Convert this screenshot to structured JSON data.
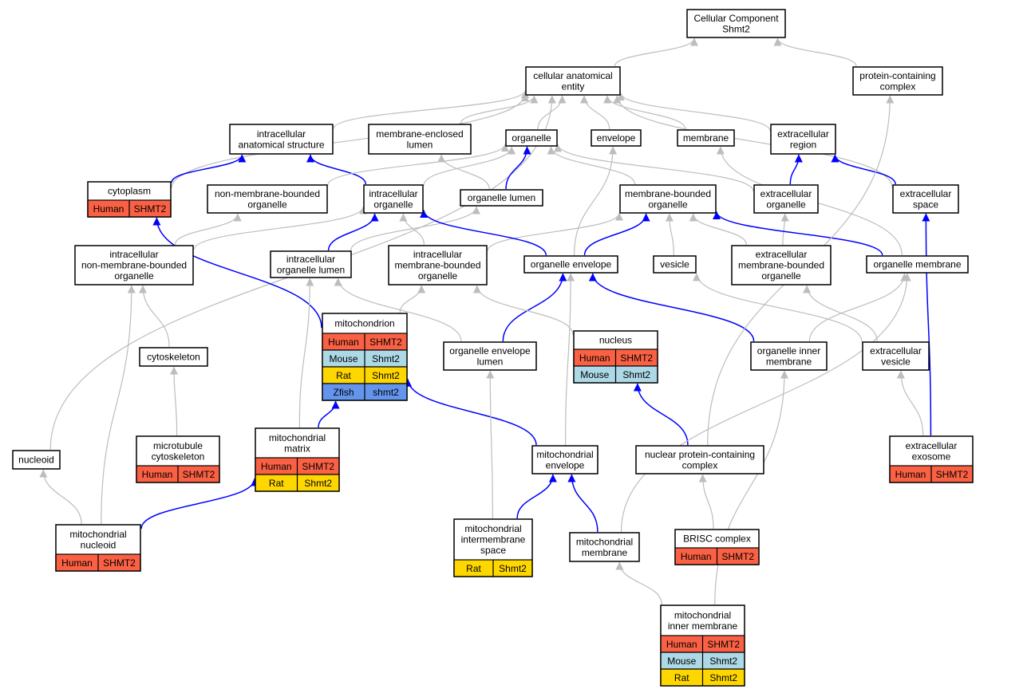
{
  "colors": {
    "Human": "#fa6144",
    "Mouse": "#add8e6",
    "Rat": "#ffd700",
    "Zfish": "#6495ed",
    "edge_isa": "#bdbdbd",
    "edge_partof": "#0000ff"
  },
  "nodes": {
    "root": {
      "lines": [
        "Cellular Component",
        "Shmt2"
      ]
    },
    "cae": {
      "lines": [
        "cellular anatomical",
        "entity"
      ]
    },
    "pcc": {
      "lines": [
        "protein-containing",
        "complex"
      ]
    },
    "ias": {
      "lines": [
        "intracellular",
        "anatomical structure"
      ]
    },
    "mel": {
      "lines": [
        "membrane-enclosed",
        "lumen"
      ]
    },
    "organelle": {
      "lines": [
        "organelle"
      ]
    },
    "envelope": {
      "lines": [
        "envelope"
      ]
    },
    "membrane": {
      "lines": [
        "membrane"
      ]
    },
    "exreg": {
      "lines": [
        "extracellular",
        "region"
      ]
    },
    "cytoplasm": {
      "lines": [
        "cytoplasm"
      ],
      "species": [
        [
          "Human",
          "SHMT2"
        ]
      ]
    },
    "nmbo": {
      "lines": [
        "non-membrane-bounded",
        "organelle"
      ]
    },
    "io": {
      "lines": [
        "intracellular",
        "organelle"
      ]
    },
    "olumen": {
      "lines": [
        "organelle lumen"
      ]
    },
    "mbo": {
      "lines": [
        "membrane-bounded",
        "organelle"
      ]
    },
    "exorg": {
      "lines": [
        "extracellular",
        "organelle"
      ]
    },
    "exspace": {
      "lines": [
        "extracellular",
        "space"
      ]
    },
    "inmbo": {
      "lines": [
        "intracellular",
        "non-membrane-bounded",
        "organelle"
      ]
    },
    "iol": {
      "lines": [
        "intracellular",
        "organelle lumen"
      ]
    },
    "imbo": {
      "lines": [
        "intracellular",
        "membrane-bounded",
        "organelle"
      ]
    },
    "oenv": {
      "lines": [
        "organelle envelope"
      ]
    },
    "vesicle": {
      "lines": [
        "vesicle"
      ]
    },
    "embo": {
      "lines": [
        "extracellular",
        "membrane-bounded",
        "organelle"
      ]
    },
    "omem": {
      "lines": [
        "organelle membrane"
      ]
    },
    "mito": {
      "lines": [
        "mitochondrion"
      ],
      "species": [
        [
          "Human",
          "SHMT2"
        ],
        [
          "Mouse",
          "Shmt2"
        ],
        [
          "Rat",
          "Shmt2"
        ],
        [
          "Zfish",
          "shmt2"
        ]
      ]
    },
    "cytosk": {
      "lines": [
        "cytoskeleton"
      ]
    },
    "oel": {
      "lines": [
        "organelle envelope",
        "lumen"
      ]
    },
    "nucleus": {
      "lines": [
        "nucleus"
      ],
      "species": [
        [
          "Human",
          "SHMT2"
        ],
        [
          "Mouse",
          "Shmt2"
        ]
      ]
    },
    "oim": {
      "lines": [
        "organelle inner",
        "membrane"
      ]
    },
    "exves": {
      "lines": [
        "extracellular",
        "vesicle"
      ]
    },
    "nucleoid": {
      "lines": [
        "nucleoid"
      ]
    },
    "mtcyto": {
      "lines": [
        "microtubule",
        "cytoskeleton"
      ],
      "species": [
        [
          "Human",
          "SHMT2"
        ]
      ]
    },
    "mmatrix": {
      "lines": [
        "mitochondrial",
        "matrix"
      ],
      "species": [
        [
          "Human",
          "SHMT2"
        ],
        [
          "Rat",
          "Shmt2"
        ]
      ]
    },
    "menv": {
      "lines": [
        "mitochondrial",
        "envelope"
      ]
    },
    "npcc": {
      "lines": [
        "nuclear protein-containing",
        "complex"
      ]
    },
    "exo": {
      "lines": [
        "extracellular",
        "exosome"
      ],
      "species": [
        [
          "Human",
          "SHMT2"
        ]
      ]
    },
    "mnuc": {
      "lines": [
        "mitochondrial",
        "nucleoid"
      ],
      "species": [
        [
          "Human",
          "SHMT2"
        ]
      ]
    },
    "mims": {
      "lines": [
        "mitochondrial",
        "intermembrane",
        "space"
      ],
      "species": [
        [
          "Rat",
          "Shmt2"
        ]
      ]
    },
    "mmem": {
      "lines": [
        "mitochondrial",
        "membrane"
      ]
    },
    "brisc": {
      "lines": [
        "BRISC complex"
      ],
      "species": [
        [
          "Human",
          "SHMT2"
        ]
      ]
    },
    "mim": {
      "lines": [
        "mitochondrial",
        "inner membrane"
      ],
      "species": [
        [
          "Human",
          "SHMT2"
        ],
        [
          "Mouse",
          "Shmt2"
        ],
        [
          "Rat",
          "Shmt2"
        ]
      ]
    }
  },
  "edges": [
    {
      "from": "cae",
      "to": "root",
      "type": "is_a"
    },
    {
      "from": "pcc",
      "to": "root",
      "type": "is_a"
    },
    {
      "from": "ias",
      "to": "cae",
      "type": "is_a"
    },
    {
      "from": "mel",
      "to": "cae",
      "type": "is_a"
    },
    {
      "from": "organelle",
      "to": "cae",
      "type": "is_a"
    },
    {
      "from": "envelope",
      "to": "cae",
      "type": "is_a"
    },
    {
      "from": "membrane",
      "to": "cae",
      "type": "is_a"
    },
    {
      "from": "exreg",
      "to": "cae",
      "type": "is_a"
    },
    {
      "from": "cytoplasm",
      "to": "cae",
      "type": "is_a"
    },
    {
      "from": "nucleoid",
      "to": "cae",
      "type": "is_a"
    },
    {
      "from": "exspace",
      "to": "cae",
      "type": "is_a"
    },
    {
      "from": "cytoplasm",
      "to": "ias",
      "type": "part_of"
    },
    {
      "from": "io",
      "to": "ias",
      "type": "part_of"
    },
    {
      "from": "io",
      "to": "organelle",
      "type": "is_a"
    },
    {
      "from": "nmbo",
      "to": "organelle",
      "type": "is_a"
    },
    {
      "from": "mbo",
      "to": "organelle",
      "type": "is_a"
    },
    {
      "from": "exorg",
      "to": "organelle",
      "type": "is_a"
    },
    {
      "from": "olumen",
      "to": "mel",
      "type": "is_a"
    },
    {
      "from": "olumen",
      "to": "organelle",
      "type": "part_of"
    },
    {
      "from": "exorg",
      "to": "exreg",
      "type": "part_of"
    },
    {
      "from": "exspace",
      "to": "exreg",
      "type": "part_of"
    },
    {
      "from": "inmbo",
      "to": "nmbo",
      "type": "is_a"
    },
    {
      "from": "inmbo",
      "to": "io",
      "type": "is_a"
    },
    {
      "from": "iol",
      "to": "io",
      "type": "part_of"
    },
    {
      "from": "iol",
      "to": "olumen",
      "type": "is_a"
    },
    {
      "from": "imbo",
      "to": "io",
      "type": "is_a"
    },
    {
      "from": "imbo",
      "to": "mbo",
      "type": "is_a"
    },
    {
      "from": "oenv",
      "to": "io",
      "type": "part_of"
    },
    {
      "from": "oenv",
      "to": "mbo",
      "type": "part_of"
    },
    {
      "from": "oenv",
      "to": "envelope",
      "type": "is_a"
    },
    {
      "from": "vesicle",
      "to": "mbo",
      "type": "is_a"
    },
    {
      "from": "embo",
      "to": "mbo",
      "type": "is_a"
    },
    {
      "from": "embo",
      "to": "exorg",
      "type": "is_a"
    },
    {
      "from": "omem",
      "to": "mbo",
      "type": "part_of"
    },
    {
      "from": "omem",
      "to": "membrane",
      "type": "is_a"
    },
    {
      "from": "cytosk",
      "to": "inmbo",
      "type": "is_a"
    },
    {
      "from": "mnuc",
      "to": "inmbo",
      "type": "is_a"
    },
    {
      "from": "mito",
      "to": "cytoplasm",
      "type": "part_of"
    },
    {
      "from": "mito",
      "to": "imbo",
      "type": "is_a"
    },
    {
      "from": "oel",
      "to": "oenv",
      "type": "part_of"
    },
    {
      "from": "oel",
      "to": "iol",
      "type": "is_a"
    },
    {
      "from": "nucleus",
      "to": "imbo",
      "type": "is_a"
    },
    {
      "from": "oim",
      "to": "oenv",
      "type": "part_of"
    },
    {
      "from": "oim",
      "to": "omem",
      "type": "is_a"
    },
    {
      "from": "exves",
      "to": "vesicle",
      "type": "is_a"
    },
    {
      "from": "exves",
      "to": "embo",
      "type": "is_a"
    },
    {
      "from": "mtcyto",
      "to": "cytosk",
      "type": "is_a"
    },
    {
      "from": "mmatrix",
      "to": "iol",
      "type": "is_a"
    },
    {
      "from": "mmatrix",
      "to": "mito",
      "type": "part_of"
    },
    {
      "from": "menv",
      "to": "mito",
      "type": "part_of"
    },
    {
      "from": "menv",
      "to": "oenv",
      "type": "is_a"
    },
    {
      "from": "npcc",
      "to": "nucleus",
      "type": "part_of"
    },
    {
      "from": "npcc",
      "to": "pcc",
      "type": "is_a"
    },
    {
      "from": "exo",
      "to": "exspace",
      "type": "part_of"
    },
    {
      "from": "exo",
      "to": "exves",
      "type": "is_a"
    },
    {
      "from": "mnuc",
      "to": "nucleoid",
      "type": "is_a"
    },
    {
      "from": "mnuc",
      "to": "mmatrix",
      "type": "part_of"
    },
    {
      "from": "mims",
      "to": "oel",
      "type": "is_a"
    },
    {
      "from": "mims",
      "to": "menv",
      "type": "part_of"
    },
    {
      "from": "mmem",
      "to": "menv",
      "type": "part_of"
    },
    {
      "from": "mmem",
      "to": "omem",
      "type": "is_a"
    },
    {
      "from": "brisc",
      "to": "npcc",
      "type": "is_a"
    },
    {
      "from": "mim",
      "to": "mmem",
      "type": "is_a"
    },
    {
      "from": "mim",
      "to": "oim",
      "type": "is_a"
    }
  ]
}
